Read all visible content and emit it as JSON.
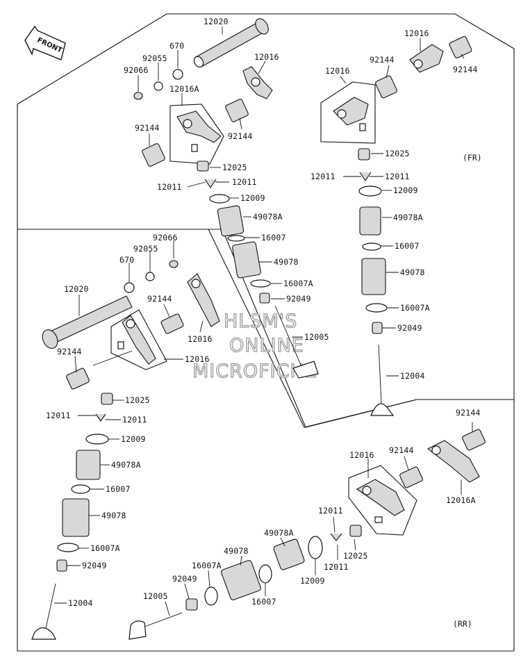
{
  "diagram": {
    "labels": {
      "fr_camshaft": "12020",
      "fr_oring_a": "670",
      "fr_oring_b": "92055",
      "fr_plug": "92066",
      "fr_rocker_group": "12016A",
      "fr_rocker_main": "12016",
      "fr_spring_l": "92144",
      "fr_spring_r": "92144",
      "fr_tappet": "12025",
      "fr_key_l": "12011",
      "fr_key_r": "12011",
      "fr_retainer": "12009",
      "fr_valve_spring_inner": "49078A",
      "fr_seat_a": "16007",
      "fr_valve_spring_outer": "49078",
      "fr_seat_b": "16007A",
      "fr_seal": "92049",
      "fr_ex_valve": "12005",
      "fr2_rocker_group": "12016",
      "fr2_rocker": "12016",
      "fr2_spring_a": "92144",
      "fr2_spring_b": "92144",
      "fr2_tappet": "12025",
      "fr2_key_l": "12011",
      "fr2_key_r": "12011",
      "fr2_retainer": "12009",
      "fr2_spring_inner": "49078A",
      "fr2_seat": "16007",
      "fr2_spring_outer": "49078",
      "fr2_seat_b": "16007A",
      "fr2_seal": "92049",
      "fr2_in_valve": "12004",
      "rr_plug": "92066",
      "rr_oring_b": "92055",
      "rr_oring_a": "670",
      "rr_camshaft": "12020",
      "rr_spring_a": "92144",
      "rr_rocker": "12016",
      "rr_spring_b": "92144",
      "rr_rocker_group": "12016",
      "rr_tappet": "12025",
      "rr_key_l": "12011",
      "rr_key_r": "12011",
      "rr_retainer": "12009",
      "rr_spring_inner": "49078A",
      "rr_seat": "16007",
      "rr_spring_outer": "49078",
      "rr_seat_b": "16007A",
      "rr_seal": "92049",
      "rr_in_valve": "12004",
      "rr2_spring_a": "92144",
      "rr2_rocker_group": "12016",
      "rr2_spring_b": "92144",
      "rr2_rocker": "12016A",
      "rr2_key_a": "12011",
      "rr2_key_b": "12011",
      "rr2_tappet": "12025",
      "rr2_retainer": "12009",
      "rr2_spring_inner": "49078A",
      "rr2_spring_outer": "49078",
      "rr2_seat_b": "16007A",
      "rr2_seat": "16007",
      "rr2_seal": "92049",
      "rr2_ex_valve": "12005"
    },
    "regions": {
      "front": "(FR)",
      "rear": "(RR)"
    },
    "direction_arrow": "FRONT",
    "watermark": [
      "HLSM'S",
      "ONLINE",
      "MICROFICHE"
    ]
  }
}
